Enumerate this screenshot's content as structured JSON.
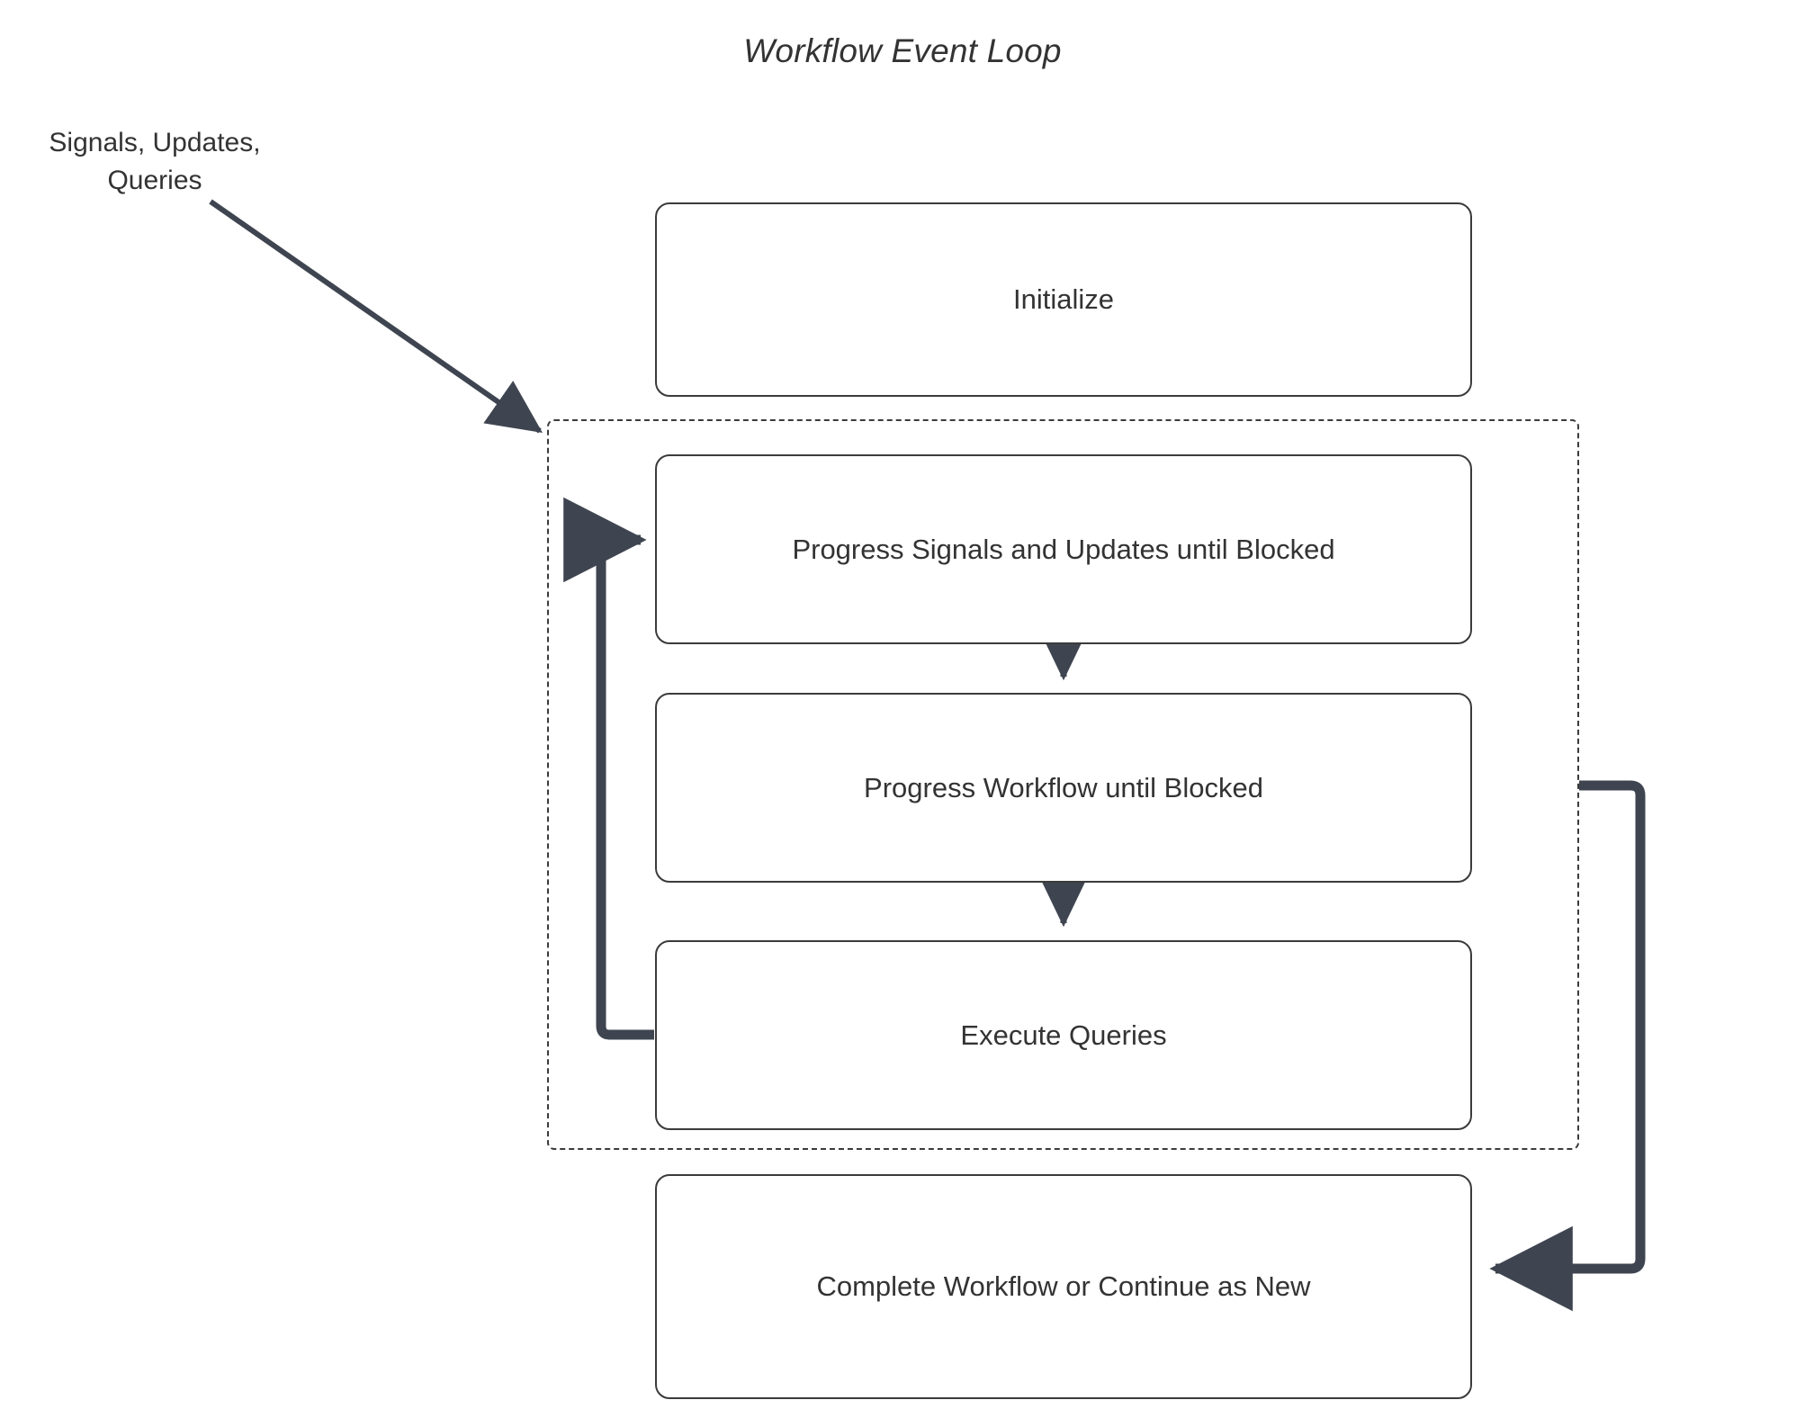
{
  "diagram": {
    "title": "Workflow Event Loop",
    "type": "flowchart",
    "background_color": "#ffffff",
    "node_border_color": "#3b3b3b",
    "edge_color": "#3f4550",
    "text_color": "#333333"
  },
  "external_label": {
    "text": "Signals, Updates, Queries",
    "line1": "Signals, Updates,",
    "line2": "Queries"
  },
  "nodes": [
    {
      "id": "initialize",
      "label": "Initialize"
    },
    {
      "id": "progress-signals",
      "label": "Progress Signals and Updates until Blocked"
    },
    {
      "id": "progress-workflow",
      "label": "Progress Workflow until Blocked"
    },
    {
      "id": "execute-queries",
      "label": "Execute Queries"
    },
    {
      "id": "complete-workflow",
      "label": "Complete Workflow or Continue as New"
    }
  ],
  "group": {
    "id": "event-loop-group",
    "label": "",
    "style": "dashed"
  },
  "edges": [
    {
      "from": "external-input",
      "to": "event-loop-group",
      "label": "",
      "style": "solid-arrow"
    },
    {
      "from": "progress-signals",
      "to": "progress-workflow",
      "label": "",
      "style": "solid-arrow"
    },
    {
      "from": "progress-workflow",
      "to": "execute-queries",
      "label": "",
      "style": "solid-arrow"
    },
    {
      "from": "execute-queries",
      "to": "progress-signals",
      "label": "",
      "style": "loop-back-arrow"
    },
    {
      "from": "event-loop-group",
      "to": "complete-workflow",
      "label": "",
      "style": "loop-exit-arrow"
    }
  ]
}
